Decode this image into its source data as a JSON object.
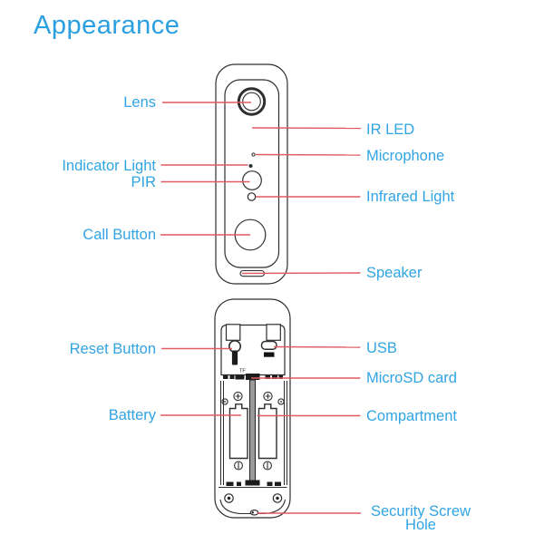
{
  "title": "Appearance",
  "colors": {
    "accent_blue": "#31a4e3",
    "leader_red": "#e05a62",
    "line_art": "#2e2e2e"
  },
  "labels": {
    "lens": "Lens",
    "indicator_light": "Indicator Light",
    "pir": "PIR",
    "call_button": "Call Button",
    "ir_led": "IR LED",
    "microphone": "Microphone",
    "infrared_light": "Infrared Light",
    "speaker": "Speaker",
    "reset_button": "Reset Button",
    "battery": "Battery",
    "usb": "USB",
    "microsd_card": "MicroSD card",
    "compartment": "Compartment",
    "security_screw_hole": "Security Screw Hole"
  },
  "device_markings": {
    "tf_slot": "TF"
  }
}
